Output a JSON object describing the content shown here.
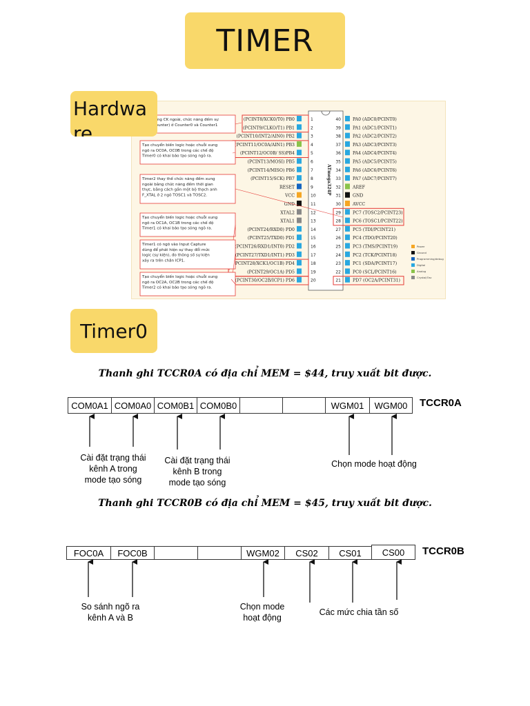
{
  "title": "TIMER",
  "hardware_heading": "Hardware",
  "timer0_heading": "Timer0",
  "colors": {
    "accent": "#f9d86a",
    "highlight": "#e53935",
    "panel_bg": "#fdf6e5"
  },
  "hardware_figure": {
    "chip_name": "ATmega324P",
    "left_pins": [
      {
        "num": "1",
        "label": "(PCINT8/XCK0/T0) PB0",
        "color": "#29a8e0"
      },
      {
        "num": "2",
        "label": "(PCINT9/CLKO/T1) PB1",
        "color": "#29a8e0"
      },
      {
        "num": "3",
        "label": "(PCINT10/INT2/AIN0) PB2",
        "color": "#29a8e0"
      },
      {
        "num": "4",
        "label": "(PCINT11/OC0A/AIN1) PB3",
        "color": "#8bc34a"
      },
      {
        "num": "5",
        "label": "(PCINT12/OC0B/ SS)PB4",
        "color": "#29a8e0"
      },
      {
        "num": "6",
        "label": "(PCINT13/MOSI) PB5",
        "color": "#29a8e0"
      },
      {
        "num": "7",
        "label": "(PCINT14/MISO) PB6",
        "color": "#29a8e0"
      },
      {
        "num": "8",
        "label": "(PCINT15/SCK) PB7",
        "color": "#29a8e0"
      },
      {
        "num": "9",
        "label": "RESET",
        "color": "#1565c0"
      },
      {
        "num": "10",
        "label": "VCC",
        "color": "#f5a623"
      },
      {
        "num": "11",
        "label": "GND",
        "color": "#111111"
      },
      {
        "num": "12",
        "label": "XTAL2",
        "color": "#888888"
      },
      {
        "num": "13",
        "label": "XTAL1",
        "color": "#888888"
      },
      {
        "num": "14",
        "label": "(PCINT24/RXD0) PD0",
        "color": "#29a8e0"
      },
      {
        "num": "15",
        "label": "(PCINT25/TXD0) PD1",
        "color": "#29a8e0"
      },
      {
        "num": "16",
        "label": "(PCINT26/RXD1/INT0) PD2",
        "color": "#29a8e0"
      },
      {
        "num": "17",
        "label": "(PCINT27/TXD1/INT1) PD3",
        "color": "#29a8e0"
      },
      {
        "num": "18",
        "label": "(PCINT28/XCK1/OC1B) PD4",
        "color": "#29a8e0"
      },
      {
        "num": "19",
        "label": "(PCINT29/OC1A) PD5",
        "color": "#29a8e0"
      },
      {
        "num": "20",
        "label": "(PCINT30/OC2B/ICP1) PD6",
        "color": "#29a8e0"
      }
    ],
    "right_pins": [
      {
        "num": "40",
        "label": "PA0 (ADC0/PCINT0)",
        "color": "#29a8e0"
      },
      {
        "num": "39",
        "label": "PA1 (ADC1/PCINT1)",
        "color": "#29a8e0"
      },
      {
        "num": "38",
        "label": "PA2 (ADC2/PCINT2)",
        "color": "#29a8e0"
      },
      {
        "num": "37",
        "label": "PA3 (ADC3/PCINT3)",
        "color": "#29a8e0"
      },
      {
        "num": "36",
        "label": "PA4 (ADC4/PCINT4)",
        "color": "#29a8e0"
      },
      {
        "num": "35",
        "label": "PA5 (ADC5/PCINT5)",
        "color": "#29a8e0"
      },
      {
        "num": "34",
        "label": "PA6 (ADC6/PCINT6)",
        "color": "#29a8e0"
      },
      {
        "num": "33",
        "label": "PA7 (ADC7/PCINT7)",
        "color": "#29a8e0"
      },
      {
        "num": "32",
        "label": "AREF",
        "color": "#8bc34a"
      },
      {
        "num": "31",
        "label": "GND",
        "color": "#111111"
      },
      {
        "num": "30",
        "label": "AVCC",
        "color": "#f5a623"
      },
      {
        "num": "29",
        "label": "PC7 (TOSC2/PCINT23)",
        "color": "#29a8e0"
      },
      {
        "num": "28",
        "label": "PC6 (TOSC1/PCINT22)",
        "color": "#29a8e0"
      },
      {
        "num": "27",
        "label": "PC5 (TDI/PCINT21)",
        "color": "#29a8e0"
      },
      {
        "num": "26",
        "label": "PC4 (TDO/PCINT20)",
        "color": "#29a8e0"
      },
      {
        "num": "25",
        "label": "PC3 (TMS/PCINT19)",
        "color": "#29a8e0"
      },
      {
        "num": "24",
        "label": "PC2 (TCK/PCINT18)",
        "color": "#29a8e0"
      },
      {
        "num": "23",
        "label": "PC1 (SDA/PCINT17)",
        "color": "#29a8e0"
      },
      {
        "num": "22",
        "label": "PC0 (SCL/PCINT16)",
        "color": "#29a8e0"
      },
      {
        "num": "21",
        "label": "PD7 (OC2A/PCINT31)",
        "color": "#29a8e0"
      }
    ],
    "note_boxes": [
      {
        "lines": [
          "Đếm xung CK ngoài, chức năng đếm sự",
          "kiện (Counter) ở Counter0 và Counter1"
        ]
      },
      {
        "lines": [
          "Tạo chuyển biến logic hoặc chuỗi xung",
          "ngõ ra OC0A, OC0B trong các chế độ",
          "Timer0 có khai báo tạo sóng ngõ ra."
        ]
      },
      {
        "lines": [
          "Timer2 thay thế chức năng đếm xung",
          "ngoài bằng chức năng đếm thời gian",
          "thực, bằng cách gắn một bộ thạch anh",
          "F_XTAL ở 2 ngõ TOSC1 và TOSC2."
        ]
      },
      {
        "lines": [
          "Tạo chuyển biến logic hoặc chuỗi xung",
          "ngõ ra OC1A, OC1B trong các chế độ",
          "Timer1 có khai báo tạo sóng ngõ ra."
        ]
      },
      {
        "lines": [
          "Timer1 có ngõ vào Input Capture",
          "dùng để phát hiện sự thay đổi mức",
          "logic (sự kiện), đo thông số sự kiện",
          "xảy ra trên chân ICP1."
        ]
      },
      {
        "lines": [
          "Tạo chuyển biến logic hoặc chuỗi xung",
          "ngõ ra OC2A, OC2B trong các chế độ",
          "Timer2 có khai báo tạo sóng ngõ ra."
        ]
      }
    ],
    "legend": [
      {
        "label": "Power",
        "color": "#f5a623"
      },
      {
        "label": "Ground",
        "color": "#111111"
      },
      {
        "label": "Programming/debug",
        "color": "#1565c0"
      },
      {
        "label": "Digital",
        "color": "#29a8e0"
      },
      {
        "label": "Analog",
        "color": "#8bc34a"
      },
      {
        "label": "Crystal/Osc",
        "color": "#888888"
      }
    ]
  },
  "tccr0a": {
    "caption": "Thanh ghi TCCR0A có địa chỉ MEM = $44, truy xuất bit được.",
    "name": "TCCR0A",
    "bits": [
      "COM0A1",
      "COM0A0",
      "COM0B1",
      "COM0B0",
      "",
      "",
      "WGM01",
      "WGM00"
    ],
    "notes": [
      {
        "text": "Cài đặt trạng thái\nkênh A trong\nmode tạo sóng"
      },
      {
        "text": "Cài đặt trạng thái\nkênh B trong\nmode tạo sóng"
      },
      {
        "text": "Chọn mode hoạt động"
      }
    ]
  },
  "tccr0b": {
    "caption": "Thanh ghi TCCR0B có địa chỉ MEM = $45, truy xuất bit được.",
    "name": "TCCR0B",
    "bits": [
      "FOC0A",
      "FOC0B",
      "",
      "",
      "WGM02",
      "CS02",
      "CS01",
      "CS00"
    ],
    "notes": [
      {
        "text": "So sánh ngõ ra\nkênh A và B"
      },
      {
        "text": "Chọn mode\nhoạt động"
      },
      {
        "text": "Các mức chia tần số"
      }
    ]
  }
}
